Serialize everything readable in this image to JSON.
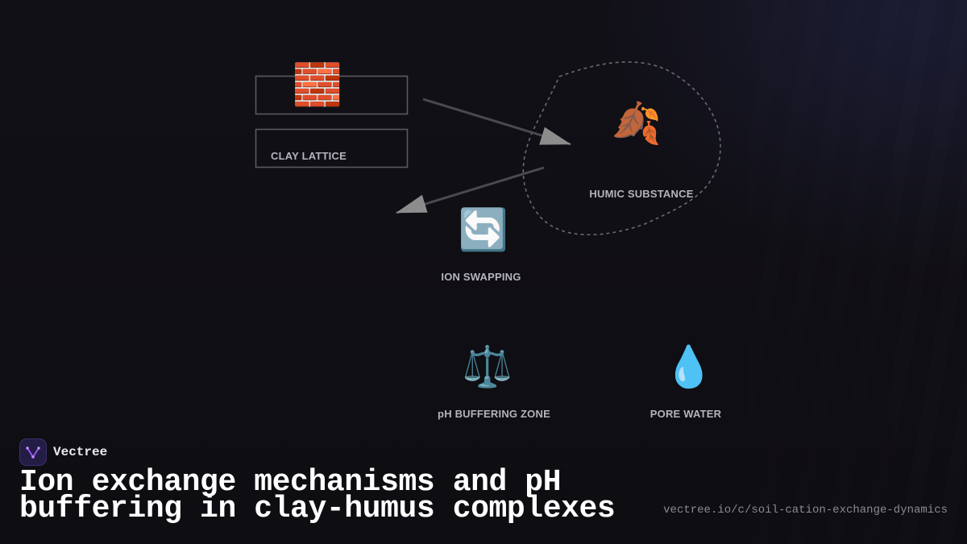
{
  "diagram": {
    "nodes": [
      {
        "id": "clay",
        "label": "CLAY LATTICE",
        "icon": "brick-icon",
        "glyph": "🧱"
      },
      {
        "id": "humus",
        "label": "HUMIC SUBSTANCE",
        "icon": "fallen-leaf-icon",
        "glyph": "🍂"
      },
      {
        "id": "swap",
        "label": "ION SWAPPING",
        "icon": "cycle-arrows-icon",
        "glyph": "🔄"
      },
      {
        "id": "buffer",
        "label": "pH BUFFERING ZONE",
        "icon": "balance-scale-icon",
        "glyph": "⚖️"
      },
      {
        "id": "water",
        "label": "PORE WATER",
        "icon": "droplet-icon",
        "glyph": "💧"
      }
    ],
    "edges": [
      {
        "from": "clay",
        "to": "humus"
      },
      {
        "from": "humus",
        "to": "clay"
      }
    ],
    "colors": {
      "edge": "#8c8c8c",
      "box_stroke": "#5a5a5e",
      "label": "#b4b4bc",
      "humus_outline": "#6a6a70"
    }
  },
  "footer": {
    "brand": "Vectree",
    "title": "Ion exchange mechanisms and pH buffering in clay-humus complexes",
    "url": "vectree.io/c/soil-cation-exchange-dynamics",
    "accent": "#9b5cf6"
  }
}
